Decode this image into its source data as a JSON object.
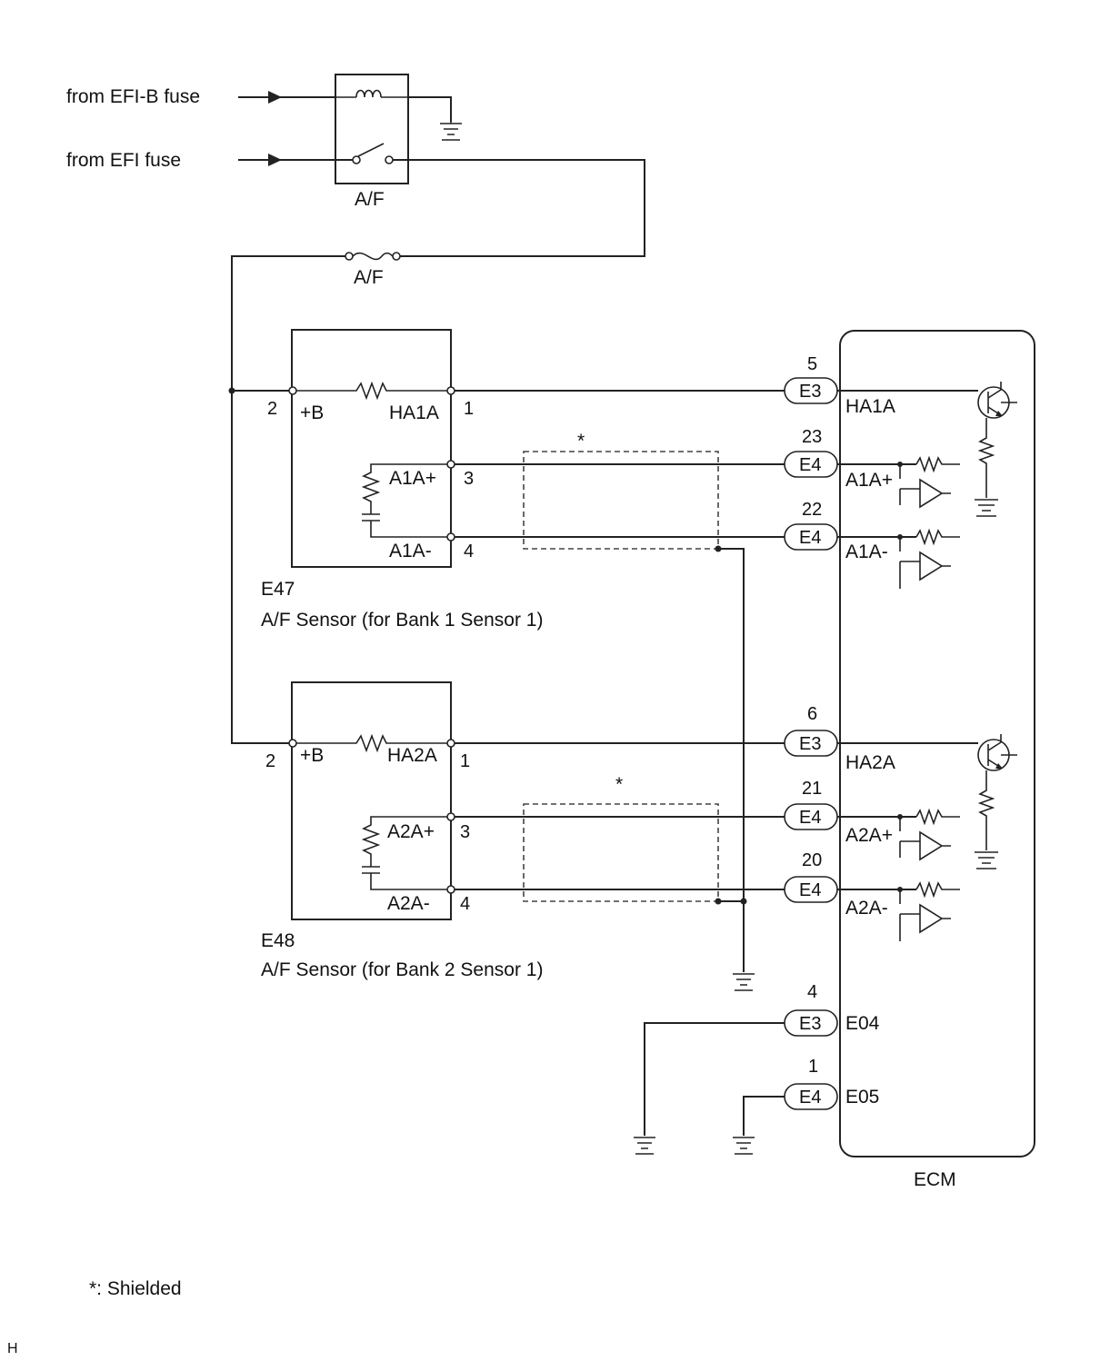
{
  "relay": {
    "source_efib": "from EFI-B fuse",
    "source_efi": "from EFI fuse",
    "relay_label": "A/F",
    "fuse_label": "A/F"
  },
  "sensor1": {
    "code": "E47",
    "description": "A/F Sensor (for Bank 1 Sensor 1)",
    "pin_b": "2",
    "label_b": "+B",
    "label_heater": "HA1A",
    "pin_heater": "1",
    "label_plus": "A1A+",
    "pin_plus": "3",
    "label_minus": "A1A-",
    "pin_minus": "4"
  },
  "sensor2": {
    "code": "E48",
    "description": "A/F Sensor (for Bank 2 Sensor 1)",
    "pin_b": "2",
    "label_b": "+B",
    "label_heater": "HA2A",
    "pin_heater": "1",
    "label_plus": "A2A+",
    "pin_plus": "3",
    "label_minus": "A2A-",
    "pin_minus": "4"
  },
  "shield_mark": "*",
  "ecm": {
    "label": "ECM",
    "terminals": [
      {
        "pin": "5",
        "connector": "E3",
        "signal": "HA1A"
      },
      {
        "pin": "23",
        "connector": "E4",
        "signal": "A1A+"
      },
      {
        "pin": "22",
        "connector": "E4",
        "signal": "A1A-"
      },
      {
        "pin": "6",
        "connector": "E3",
        "signal": "HA2A"
      },
      {
        "pin": "21",
        "connector": "E4",
        "signal": "A2A+"
      },
      {
        "pin": "20",
        "connector": "E4",
        "signal": "A2A-"
      },
      {
        "pin": "4",
        "connector": "E3",
        "signal": "E04"
      },
      {
        "pin": "1",
        "connector": "E4",
        "signal": "E05"
      }
    ]
  },
  "footnote": "*: Shielded",
  "corner_mark": "H"
}
